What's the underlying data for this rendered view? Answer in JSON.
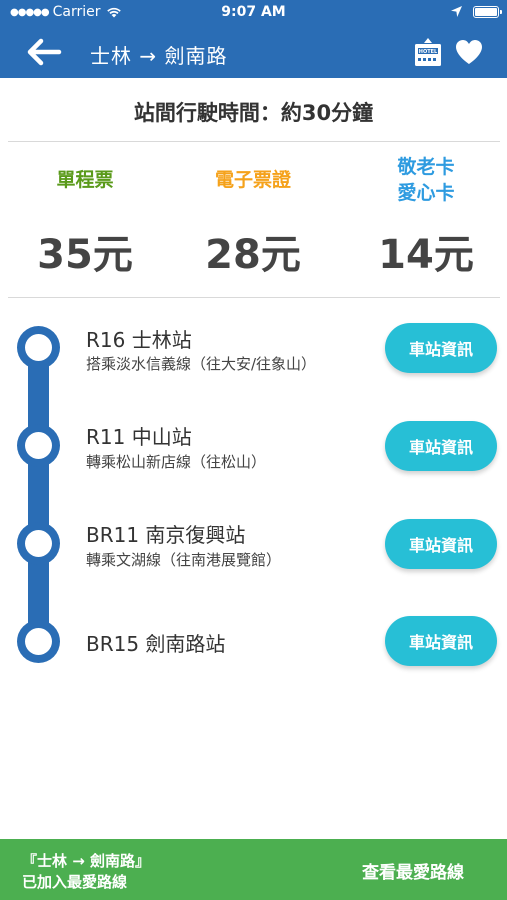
{
  "status_bar": {
    "carrier": "Carrier",
    "time": "9:07 AM"
  },
  "nav": {
    "title": "士林 → 劍南路",
    "icons": [
      "back-arrow-icon",
      "hotel-icon",
      "heart-icon"
    ]
  },
  "travel_time": "站間行駛時間：約30分鐘",
  "fares": [
    {
      "label": "單程票",
      "price": "35元",
      "color": "#5a9a1a"
    },
    {
      "label": "電子票證",
      "price": "28元",
      "color": "#f5a21b"
    },
    {
      "label": "敬老卡\n愛心卡",
      "price": "14元",
      "color": "#2e9be0"
    }
  ],
  "stations": [
    {
      "name": "R16 士林站",
      "transfer": "搭乘淡水信義線（往大安/往象山）",
      "button": "車站資訊"
    },
    {
      "name": "R11 中山站",
      "transfer": "轉乘松山新店線（往松山）",
      "button": "車站資訊"
    },
    {
      "name": "BR11 南京復興站",
      "transfer": "轉乘文湖線（往南港展覽館）",
      "button": "車站資訊"
    },
    {
      "name": "BR15 劍南路站",
      "transfer": "",
      "button": "車站資訊"
    }
  ],
  "toast": {
    "line1": "『士林 → 劍南路』",
    "line2": "已加入最愛路線",
    "action": "查看最愛路線"
  },
  "colors": {
    "nav": "#2a6db5",
    "button": "#27bfd6",
    "toast": "#4caf50"
  }
}
